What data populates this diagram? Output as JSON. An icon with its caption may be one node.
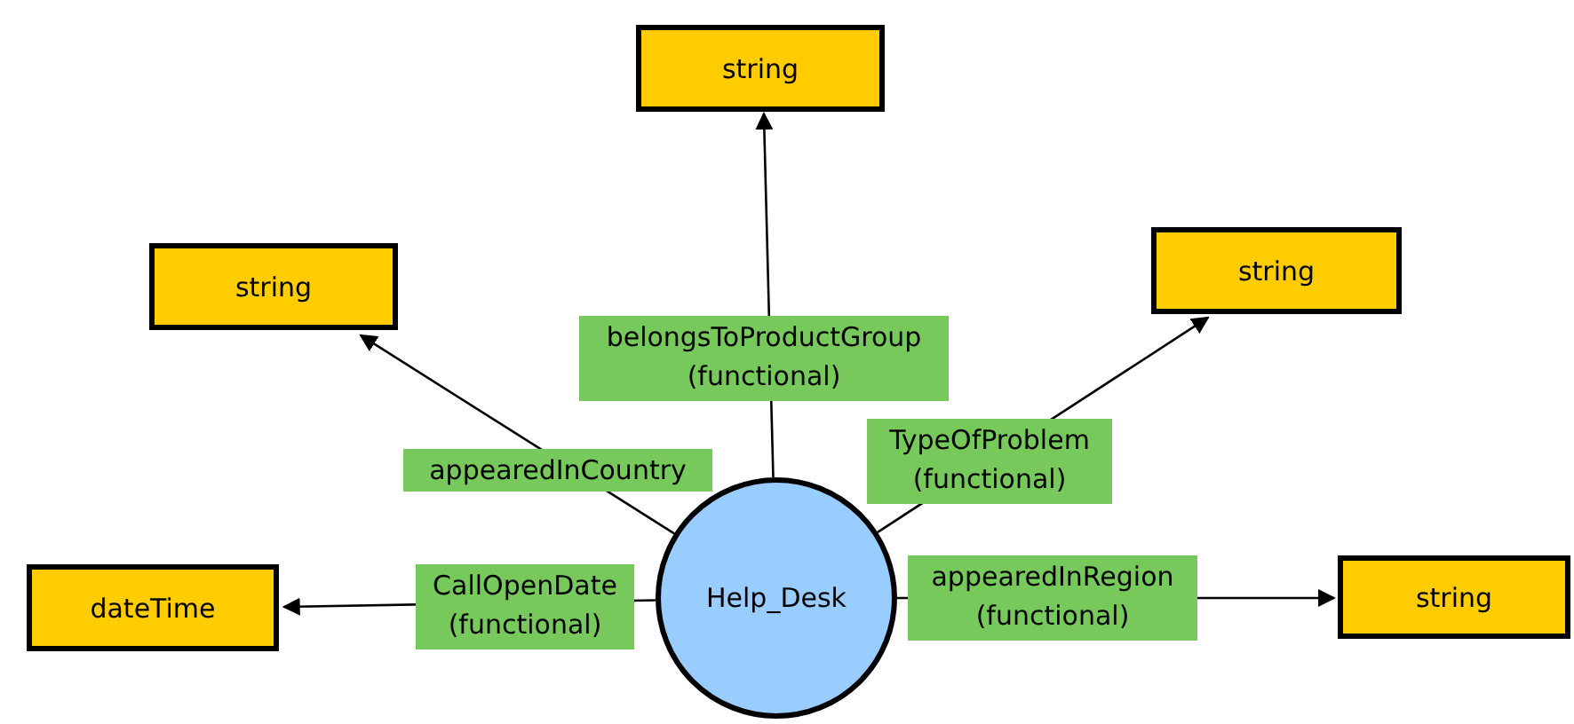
{
  "diagram": {
    "nodes": [
      {
        "text": [
          "string"
        ]
      },
      {
        "text": [
          "string"
        ]
      },
      {
        "text": [
          "string"
        ]
      },
      {
        "text": [
          "dateTime"
        ]
      },
      {
        "text": [
          "string"
        ]
      },
      {
        "text": [
          "Help_Desk"
        ]
      }
    ],
    "edges": [
      {
        "from": 5,
        "to": 0,
        "arrow": "to",
        "label": "belongsToProductGroup (functional)"
      },
      {
        "from": 5,
        "to": 1,
        "arrow": "to",
        "label": "appearedInCountry"
      },
      {
        "from": 5,
        "to": 2,
        "arrow": "to",
        "label": "TypeOfProblem (functional)"
      },
      {
        "from": 5,
        "to": 3,
        "arrow": "to",
        "label": "CallOpenDate (functional)"
      },
      {
        "from": 5,
        "to": 4,
        "arrow": "to",
        "label": "appearedInRegion (functional)"
      }
    ]
  }
}
